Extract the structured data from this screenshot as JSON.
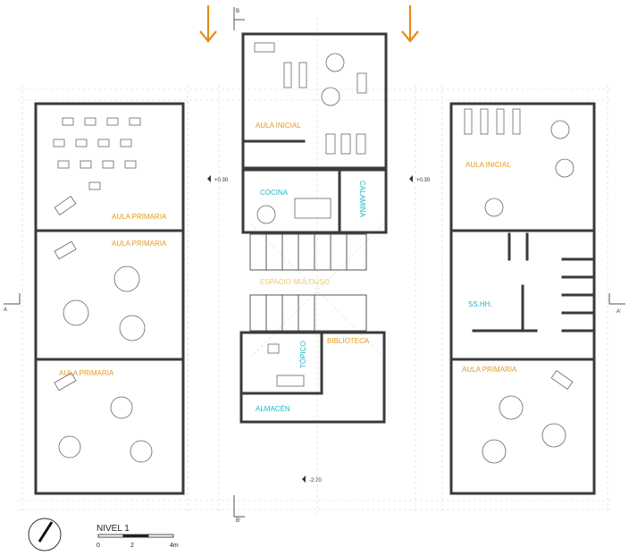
{
  "colors": {
    "orange_label": "#e39a1e",
    "cyan_label": "#1cb7c6",
    "light_label": "#f0c96a",
    "arrow": "#e88a1a",
    "wall": "#3a3a3a"
  },
  "rooms": {
    "aula_inicial_top": "AULA INICIAL",
    "aula_inicial_right": "AULA INICIAL",
    "aula_primaria_left_1": "AULA PRIMARIA",
    "aula_primaria_left_2": "AULA PRIMARIA",
    "aula_primaria_left_3": "AULA PRIMARIA",
    "aula_primaria_right": "AULA PRIMARIA",
    "cocina": "COCINA",
    "calamina": "CALAMINA",
    "espacio_multiuso": "ESPACIO MULTIUSO",
    "topico": "TÓPICO",
    "biblioteca": "BIBLIOTECA",
    "almacen": "ALMACÉN",
    "sshh": "SS.HH."
  },
  "levels": {
    "left": "+0.30",
    "right": "+0.30",
    "bottom": "-2.70"
  },
  "section_marks": {
    "top": "B",
    "bottom": "B'",
    "left": "A",
    "right": "A'"
  },
  "legend": {
    "title": "NIVEL 1",
    "scale_0": "0",
    "scale_2": "2",
    "scale_4": "4m"
  },
  "icons": [
    "north-arrow-icon",
    "entrance-arrow-icon"
  ]
}
